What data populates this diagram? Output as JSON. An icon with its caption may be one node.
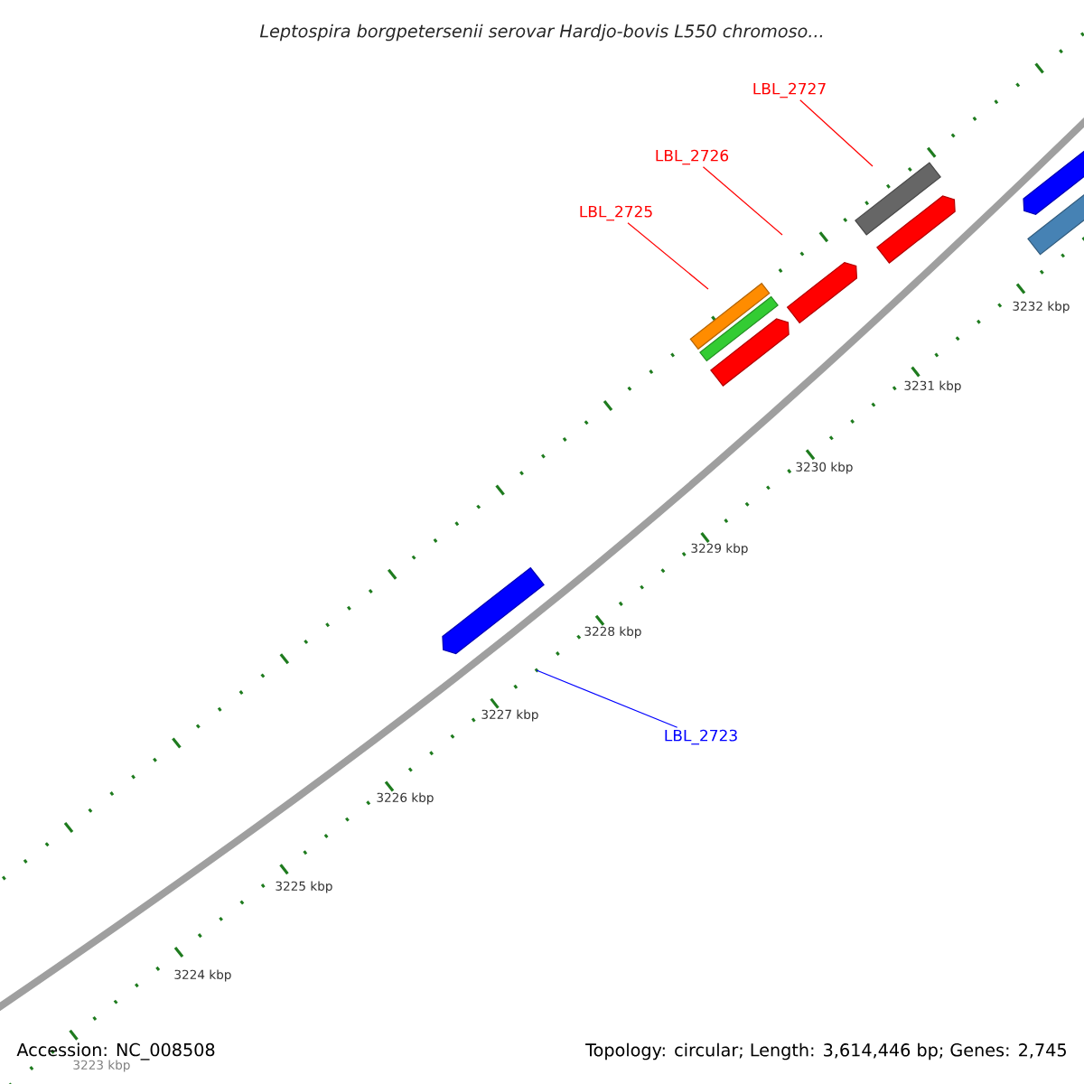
{
  "diagram": {
    "title": "Leptospira borgpetersenii serovar Hardjo-bovis L550 chromoso...",
    "nodes": [
      {
        "text": [
          "LBL_2727"
        ]
      },
      {
        "text": [
          "LBL_2726"
        ]
      },
      {
        "text": [
          "LBL_2725"
        ]
      },
      {
        "text": [
          "LBL_2723"
        ]
      },
      {
        "text": [],
        "shape": "bar"
      },
      {
        "text": [],
        "shape": "bar"
      },
      {
        "text": [],
        "shape": "bar"
      },
      {
        "text": [],
        "shape": "bar"
      },
      {
        "text": [],
        "shape": "bar"
      },
      {
        "text": [],
        "shape": "bar"
      },
      {
        "text": [],
        "shape": "bar"
      },
      {
        "text": [],
        "shape": "bar"
      },
      {
        "text": [],
        "shape": "bar"
      }
    ],
    "edges": [
      {
        "from": 0,
        "to": null,
        "arrow": "none"
      },
      {
        "from": 1,
        "to": null,
        "arrow": "none"
      },
      {
        "from": 2,
        "to": null,
        "arrow": "none"
      },
      {
        "from": 3,
        "to": null,
        "arrow": "none",
        "color": "#0000ff"
      }
    ],
    "labels": [
      "3232 kbp",
      "3231 kbp",
      "3230 kbp",
      "3229 kbp",
      "3228 kbp",
      "3227 kbp",
      "3226 kbp",
      "3225 kbp",
      "3224 kbp",
      "3223 kbp",
      "Accession: NC_008508",
      "Topology: circular; Length: 3,614,446 bp; Genes: 2,745"
    ]
  }
}
